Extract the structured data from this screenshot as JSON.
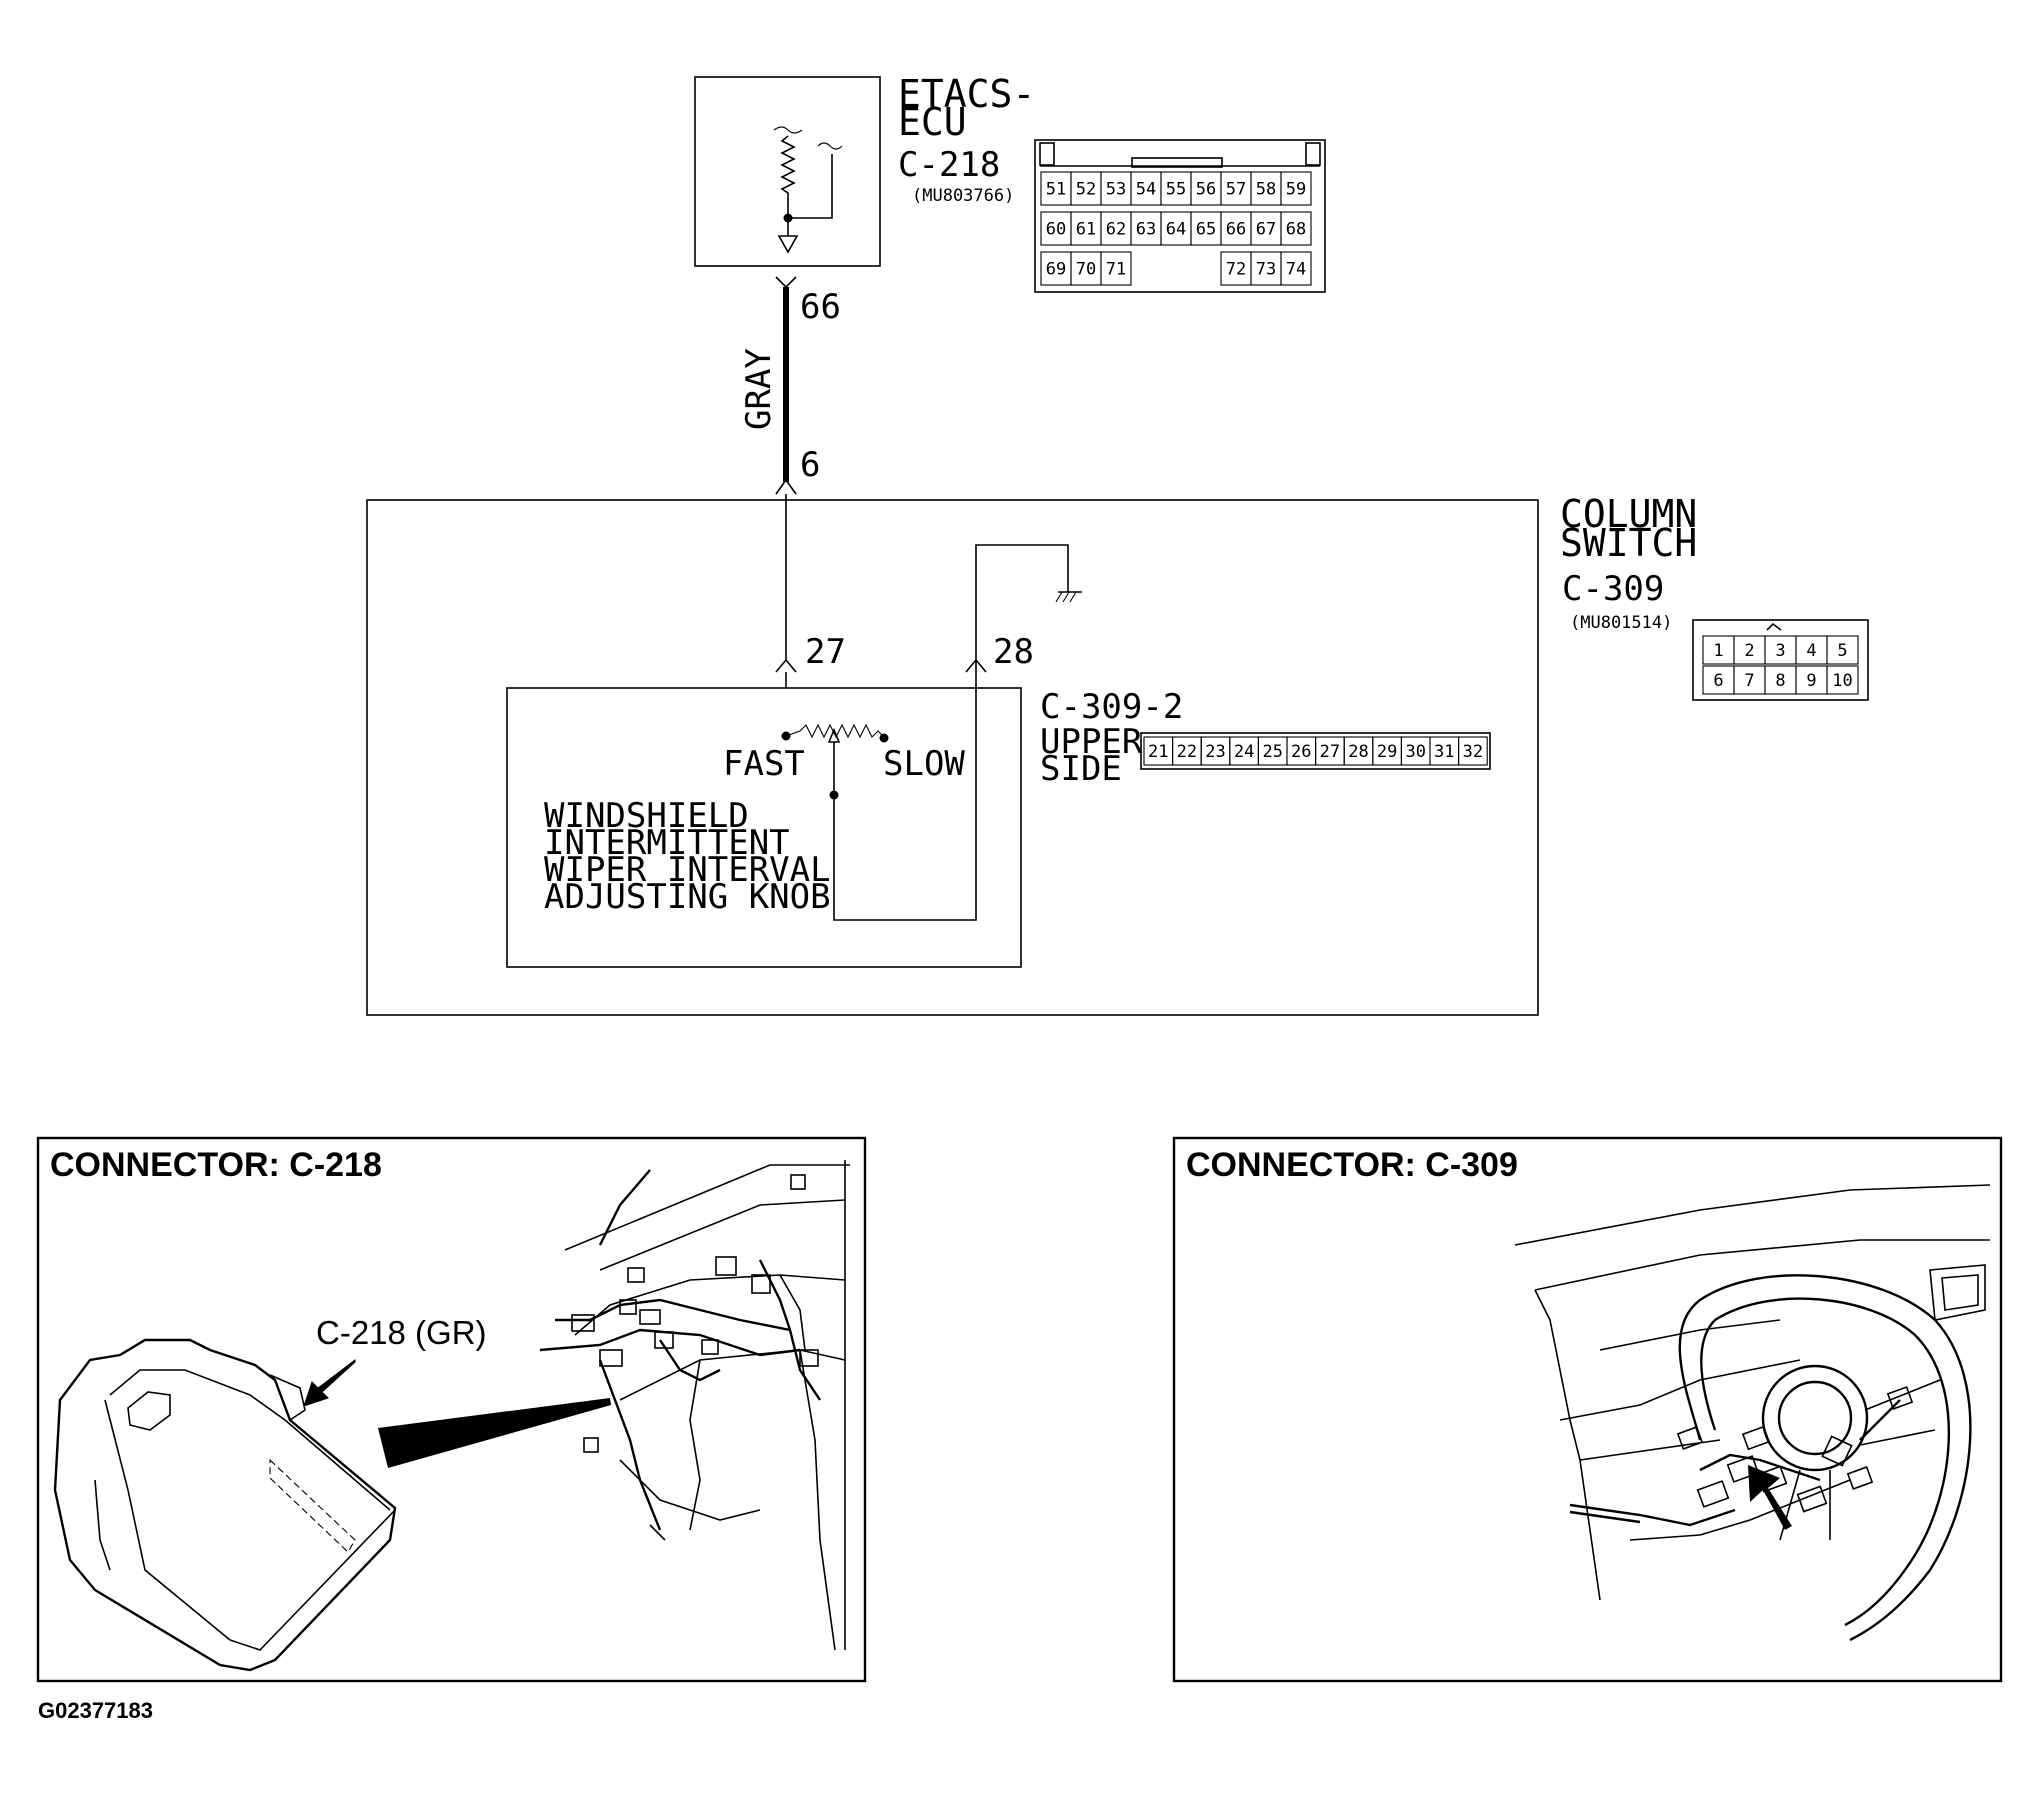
{
  "ecu": {
    "title_line1": "ETACS-",
    "title_line2": "ECU",
    "connector": "C-218",
    "part_no": "(MU803766)",
    "pins_row1": [
      "51",
      "52",
      "53",
      "54",
      "55",
      "56",
      "57",
      "58",
      "59"
    ],
    "pins_row2": [
      "60",
      "61",
      "62",
      "63",
      "64",
      "65",
      "66",
      "67",
      "68"
    ],
    "pins_row3_left": [
      "69",
      "70",
      "71"
    ],
    "pins_row3_right": [
      "72",
      "73",
      "74"
    ]
  },
  "wire": {
    "color_label": "GRAY",
    "pin_top": "66",
    "pin_bottom": "6"
  },
  "column_switch": {
    "title_line1": "COLUMN",
    "title_line2": "SWITCH",
    "connector": "C-309",
    "part_no": "(MU801514)",
    "pins_row1": [
      "1",
      "2",
      "3",
      "4",
      "5"
    ],
    "pins_row2": [
      "6",
      "7",
      "8",
      "9",
      "10"
    ],
    "pin_left": "27",
    "pin_right": "28"
  },
  "sub_connector": {
    "label": "C-309-2",
    "side_line1": "UPPER",
    "side_line2": "SIDE",
    "pins": [
      "21",
      "22",
      "23",
      "24",
      "25",
      "26",
      "27",
      "28",
      "29",
      "30",
      "31",
      "32"
    ]
  },
  "knob": {
    "fast": "FAST",
    "slow": "SLOW",
    "name_line1": "WINDSHIELD",
    "name_line2": "INTERMITTENT",
    "name_line3": "WIPER INTERVAL",
    "name_line4": "ADJUSTING KNOB"
  },
  "panel_left": {
    "title": "CONNECTOR: C-218",
    "callout": "C-218 (GR)"
  },
  "panel_right": {
    "title": "CONNECTOR: C-309"
  },
  "figure_id": "G02377183"
}
